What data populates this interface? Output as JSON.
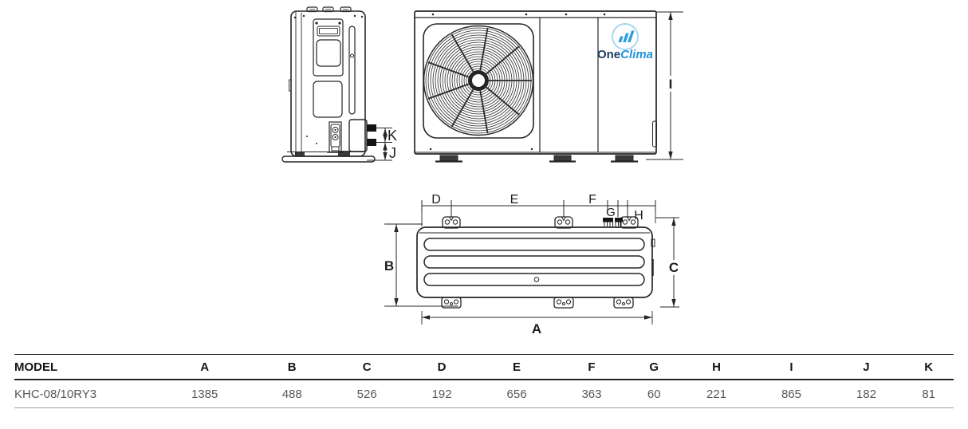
{
  "colors": {
    "ink": "#262626",
    "value_gray": "#57585a",
    "logo_blue": "#2b9de0",
    "logo_navy": "#1c3a5e",
    "logo_ring": "#a9d6ef"
  },
  "logo": {
    "one": "One",
    "clima": "Clima"
  },
  "dims": {
    "A": "A",
    "B": "B",
    "C": "C",
    "D": "D",
    "E": "E",
    "F": "F",
    "G": "G",
    "H": "H",
    "I": "I",
    "J": "J",
    "K": "K"
  },
  "table": {
    "model_header": "MODEL",
    "columns": [
      "A",
      "B",
      "C",
      "D",
      "E",
      "F",
      "G",
      "H",
      "I",
      "J",
      "K"
    ],
    "row": {
      "model": "KHC-08/10RY3",
      "values": [
        "1385",
        "488",
        "526",
        "192",
        "656",
        "363",
        "60",
        "221",
        "865",
        "182",
        "81"
      ]
    }
  }
}
